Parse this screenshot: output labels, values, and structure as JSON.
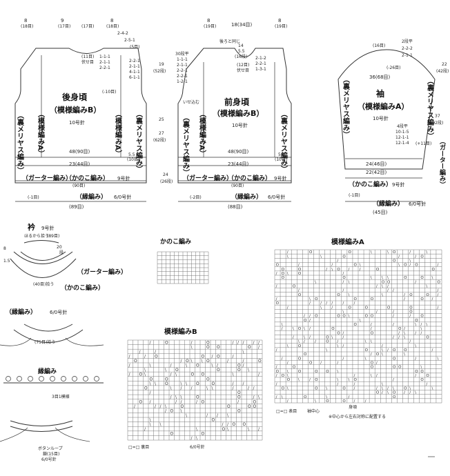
{
  "back": {
    "title": "後身頃",
    "pattern": "（模様編みB）",
    "needle": "10号針",
    "left_band": "（裏メリヤス編み）",
    "pattern_label_left": "（模様編みA）",
    "pattern_label_right": "（模様編みA）",
    "right_band": "（裏メリヤス編み）",
    "top_dims": [
      "8",
      "(18目)",
      "9",
      "(17目)",
      "(17目)",
      "8",
      "(18目)"
    ],
    "shoulder_seq": [
      "2-4-2",
      "2-5-1",
      "(5目)"
    ],
    "neck_seq": [
      "(11目)",
      "伏せ目",
      "1-1-1",
      "2-1-1",
      "2-2-1"
    ],
    "side_seq": [
      "2-2-1",
      "2-1-1",
      "4-1-1",
      "6-1-1"
    ],
    "armhole_label": "(-10目)",
    "bottom_dim": "23(44目)",
    "width_dim": "48(90目)",
    "height_dims": [
      "19",
      "(52段)",
      "25",
      "27",
      "(62段)",
      "24",
      "(26段)"
    ],
    "border": "（ガーター編み）",
    "kanoko": "（かのこ編み）",
    "needle9": "9号針",
    "cast_dim": "(90目)",
    "ribbing": "（縁編み）",
    "ribbing_needle": "6/0号針",
    "ribbing_dim": "(89目)",
    "minus": "(-1目)",
    "five_five": "5.5",
    "ten": "(10目)"
  },
  "front": {
    "title": "前身頃",
    "pattern": "（模様編みB）",
    "needle": "10号針",
    "left_band": "（裏メリヤス編み）",
    "pattern_label_left": "（模様編みA）",
    "right_band": "（裏メリヤス編み）",
    "top_dims": [
      "8",
      "(19目)",
      "18(34目)",
      "8",
      "(19目)"
    ],
    "join_label": "後ろと同じ",
    "side_seq": [
      "30段平",
      "1-1-1",
      "2-1-1",
      "2-2-1",
      "2-2-1",
      "1-2-1"
    ],
    "neck_seq": [
      "(12目)",
      "伏せ目",
      "2-1-2",
      "2-2-1",
      "1-3-1"
    ],
    "neck_dims": [
      "14",
      "5.5",
      "(16段)"
    ],
    "insert": "いせ込む",
    "width_dim": "48(90目)",
    "bottom_dim": "23(44目)",
    "border": "（ガーター編み）",
    "kanoko": "（かのこ編み）",
    "needle9": "9号針",
    "cast_dim": "(90目)",
    "ribbing": "（縁編み）",
    "ribbing_needle": "6/0号針",
    "ribbing_dim": "(88目)",
    "minus": "(-2目)",
    "five_five": "5.5",
    "ten": "(10目)"
  },
  "sleeve": {
    "title": "袖",
    "pattern": "（模様編みA）",
    "needle": "10号針",
    "left_band": "（裏メリヤス編み）",
    "right_band": "（裏メリヤス編み）",
    "garter": "（ガーター編み）",
    "top_dims": [
      "(16目)",
      "(-26目)",
      "2段平",
      "2-2-2",
      "2-1-1"
    ],
    "cap_seq": [
      "4段平",
      "10-1-5",
      "12-1-1",
      "12-1-4"
    ],
    "width_dim": "36(68目)",
    "wrist_dims": [
      "24(46目)",
      "22(42目)"
    ],
    "plus": "(+11目)",
    "kanoko": "（かのこ編み）",
    "needle9": "9号針",
    "ribbing": "（縁編み）",
    "ribbing_needle": "6/0号針",
    "ribbing_dim": "(45目)",
    "minus": "(-1目)",
    "side_dims": [
      "22",
      "(42段)",
      "37",
      "(92段)"
    ]
  },
  "collar": {
    "title": "衿",
    "needle": "9号針",
    "pickup": "(89目)",
    "pickup_note": "ほるから拾う",
    "garter": "（ガーター編み）",
    "kanoko": "（かのこ編み）",
    "pick_count": "(40目)拾う",
    "side_nums": [
      "20",
      "段",
      "8",
      "1.5"
    ]
  },
  "edge": {
    "title": "（縁編み）",
    "needle": "6/0号針",
    "pick_count": "(75目)拾う",
    "subtitle": "縁編み",
    "repeat": "3目1模様",
    "button": "ボタンループ",
    "button_detail": "鎖(15目)",
    "button_needle": "6/0号針"
  },
  "kanoko_chart": {
    "title": "かのこ編み"
  },
  "pattern_b": {
    "title": "模様編みB",
    "legend_a": "□=□ 裏目",
    "legend_b": "6/0号針"
  },
  "pattern_a": {
    "title": "模様編みA",
    "legend": "□=□ 表目",
    "center": "袖中心",
    "body": "身頃",
    "note": "※中心から左右対称に配置する"
  }
}
